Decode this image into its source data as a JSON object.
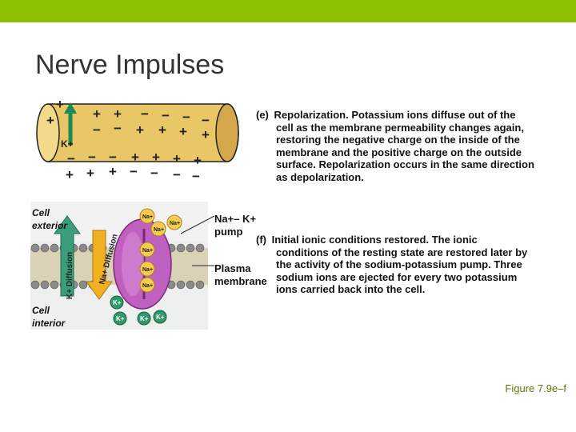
{
  "slide": {
    "title": "Nerve Impulses",
    "caption": "Figure 7.9e–f"
  },
  "colors": {
    "topbar": "#8cc000",
    "axon": "#e9c767",
    "pump": "#c060c0"
  },
  "panel_e": {
    "letter": "(e)",
    "heading": "Repolarization.",
    "lines": [
      "Potassium ions diffuse out of the",
      "cell as the membrane permeability changes again,",
      "restoring the negative charge on the inside of the",
      "membrane and the positive charge on the outside",
      "surface. Repolarization occurs in the same direction",
      "as depolarization."
    ],
    "ion_label": "K+"
  },
  "panel_f": {
    "letter": "(f)",
    "heading": "Initial ionic conditions restored.",
    "lines": [
      "The ionic",
      "conditions of the resting state are restored later by",
      "the activity of the sodium-potassium pump. Three",
      "sodium ions are ejected for every two potassium",
      "ions carried back into the cell."
    ],
    "labels": {
      "cell_exterior_1": "Cell",
      "cell_exterior_2": "exterior",
      "cell_interior_1": "Cell",
      "cell_interior_2": "interior",
      "pump_1": "Na+– K+",
      "pump_2": "pump",
      "plasma_1": "Plasma",
      "plasma_2": "membrane",
      "k_diffusion": "K+ Diffusion",
      "na_diffusion": "Na+ Diffusion",
      "na": "Na+",
      "k": "K+"
    }
  }
}
